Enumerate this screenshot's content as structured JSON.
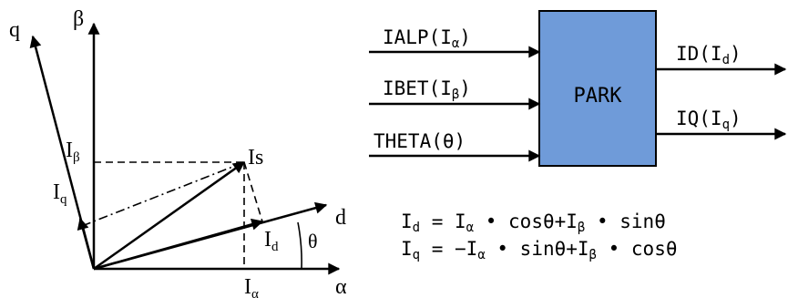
{
  "vector_diagram": {
    "axes": {
      "q": "q",
      "beta": "β",
      "d": "d",
      "alpha": "α"
    },
    "labels": {
      "i_beta_main": "I",
      "i_beta_sub": "β",
      "is": "Is",
      "i_q_main": "I",
      "i_q_sub": "q",
      "i_d_main": "I",
      "i_d_sub": "d",
      "theta": "θ",
      "i_alpha_main": "I",
      "i_alpha_sub": "α"
    }
  },
  "block_diagram": {
    "block_label": "PARK",
    "block_color": "#6f9bd9",
    "inputs": [
      {
        "main": "IALP(I",
        "sub": "α",
        "close": ")"
      },
      {
        "main": "IBET(I",
        "sub": "β",
        "close": ")"
      },
      {
        "main": "THETA(θ)",
        "sub": "",
        "close": ""
      }
    ],
    "outputs": [
      {
        "main": "ID(I",
        "sub": "d",
        "close": ")"
      },
      {
        "main": "IQ(I",
        "sub": "q",
        "close": ")"
      }
    ]
  },
  "equations": {
    "eq1": {
      "lhs_main": "I",
      "lhs_sub": "d",
      "rhs1_main": " = I",
      "rhs1_sub": "α",
      "rhs1_tail": " • cosθ+I",
      "rhs2_sub": "β",
      "rhs2_tail": " • sinθ"
    },
    "eq2": {
      "lhs_main": "I",
      "lhs_sub": "q",
      "rhs1_main": " = −I",
      "rhs1_sub": "α",
      "rhs1_tail": " • sinθ+I",
      "rhs2_sub": "β",
      "rhs2_tail": " • cosθ"
    }
  }
}
